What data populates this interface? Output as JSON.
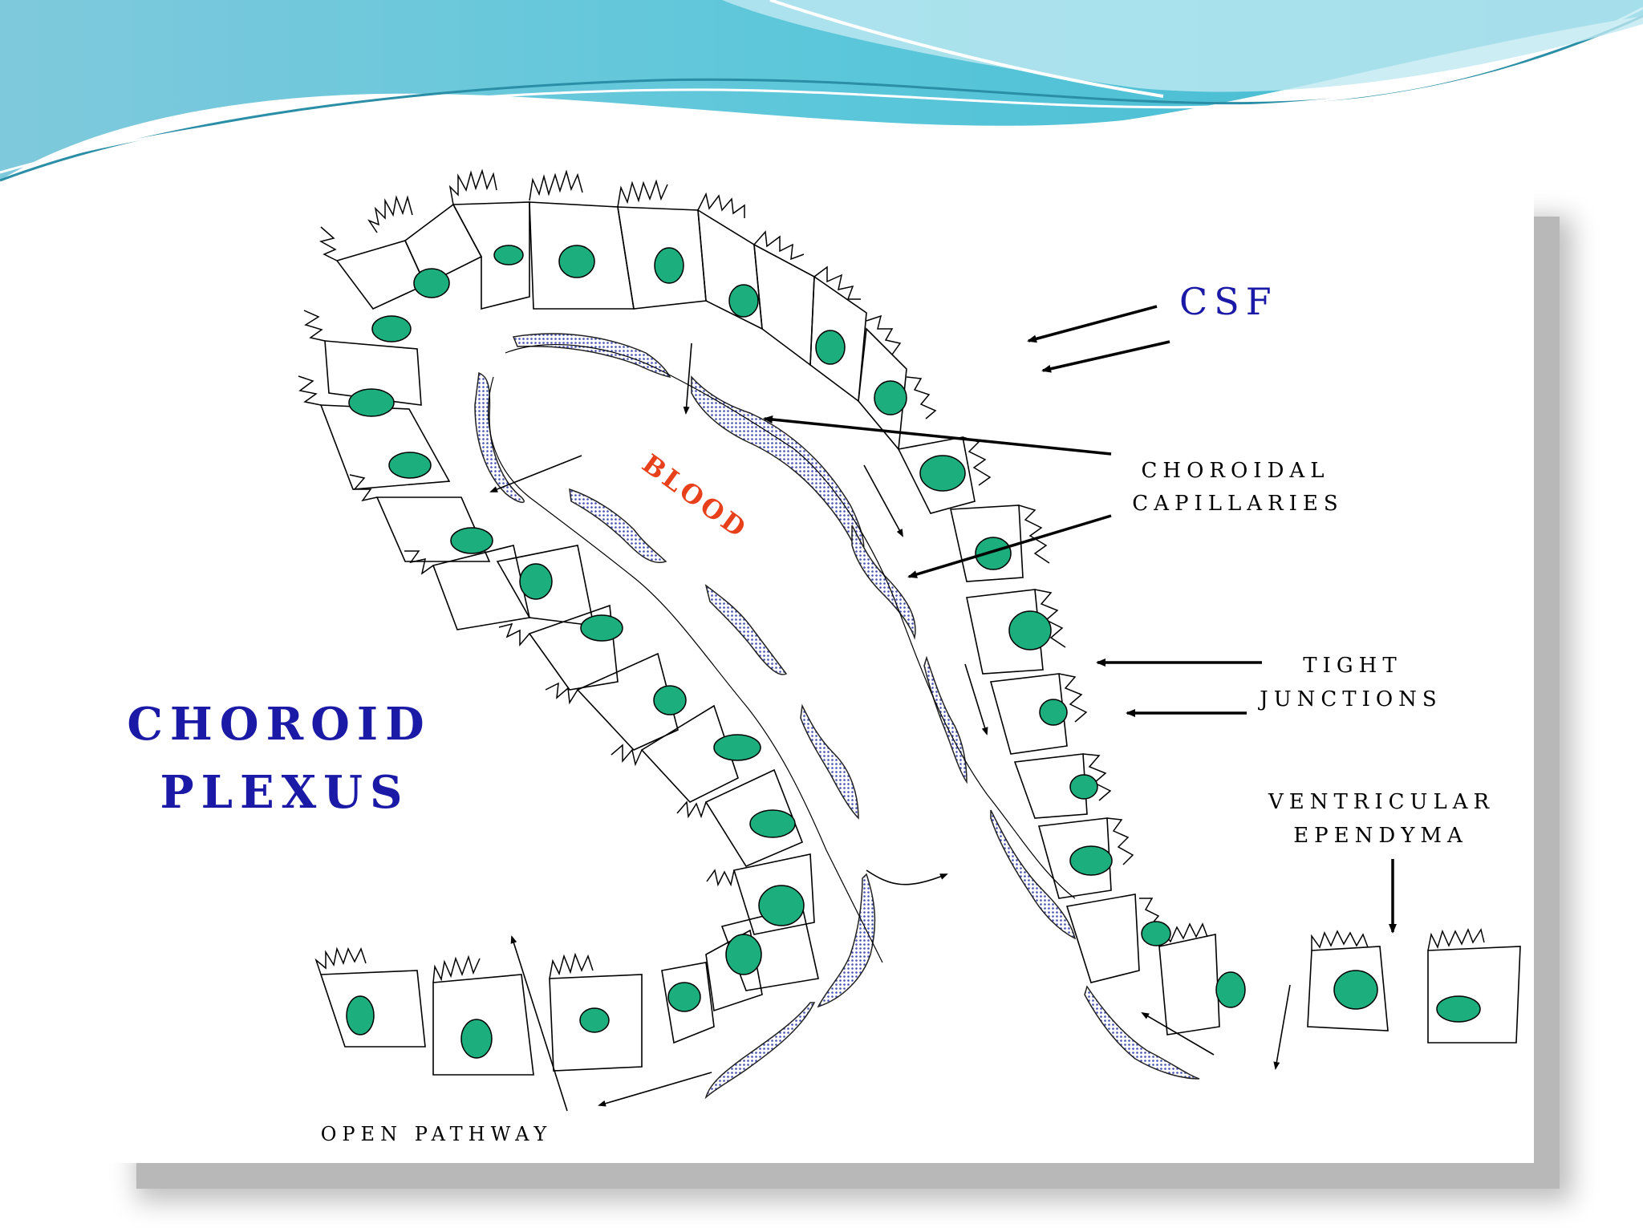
{
  "diagram": {
    "title_line1": "CHOROID",
    "title_line2": "PLEXUS",
    "blood_label": "BLOOD",
    "csf_label": "CSF",
    "choroidal_capillaries": [
      "CHOROIDAL",
      "CAPILLARIES"
    ],
    "tight_junctions": [
      "TIGHT",
      "JUNCTIONS"
    ],
    "ventricular_ependyma": [
      "VENTRICULAR",
      "EPENDYMA"
    ],
    "open_pathway": "OPEN PATHWAY"
  },
  "colors": {
    "nucleus_fill": "#1dae7e",
    "capillary_fill": "#6f78c8",
    "title_blue": "#1a1aa6",
    "blood_red": "#e8401a",
    "wave_teal": "#4cc3d6"
  }
}
